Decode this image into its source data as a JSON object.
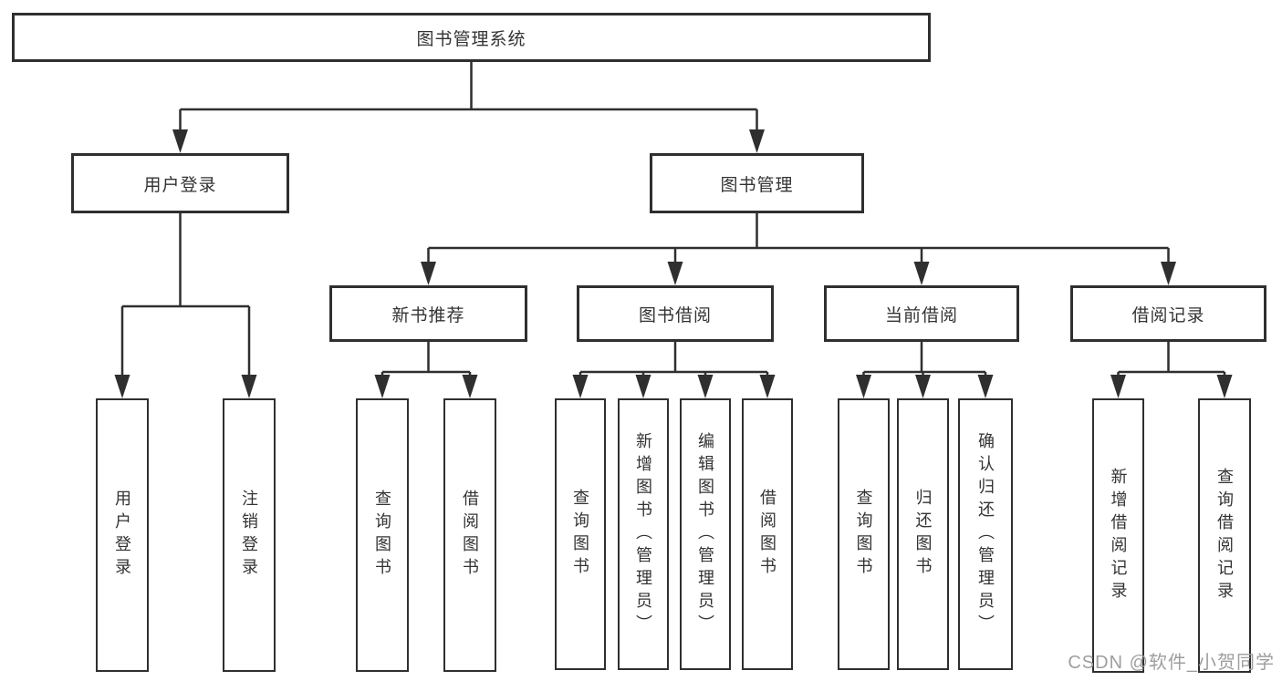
{
  "tree": {
    "root": {
      "label": "图书管理系统"
    },
    "branches": [
      {
        "label": "用户登录",
        "children": [
          {
            "label": "用户登录"
          },
          {
            "label": "注销登录"
          }
        ]
      },
      {
        "label": "图书管理",
        "children": [
          {
            "label": "新书推荐",
            "children": [
              {
                "label": "查询图书"
              },
              {
                "label": "借阅图书"
              }
            ]
          },
          {
            "label": "图书借阅",
            "children": [
              {
                "label": "查询图书"
              },
              {
                "label": "新增图书（管理员）"
              },
              {
                "label": "编辑图书（管理员）"
              },
              {
                "label": "借阅图书"
              }
            ]
          },
          {
            "label": "当前借阅",
            "children": [
              {
                "label": "查询图书"
              },
              {
                "label": "归还图书"
              },
              {
                "label": "确认归还（管理员）"
              }
            ]
          },
          {
            "label": "借阅记录",
            "children": [
              {
                "label": "新增借阅记录"
              },
              {
                "label": "查询借阅记录"
              }
            ]
          }
        ]
      }
    ]
  },
  "watermark": {
    "label": "CSDN @软件_小贺同学"
  },
  "colors": {
    "line": "#2f2f2f",
    "text": "#333333",
    "watermark": "#9e9e9e",
    "background": "#ffffff"
  }
}
